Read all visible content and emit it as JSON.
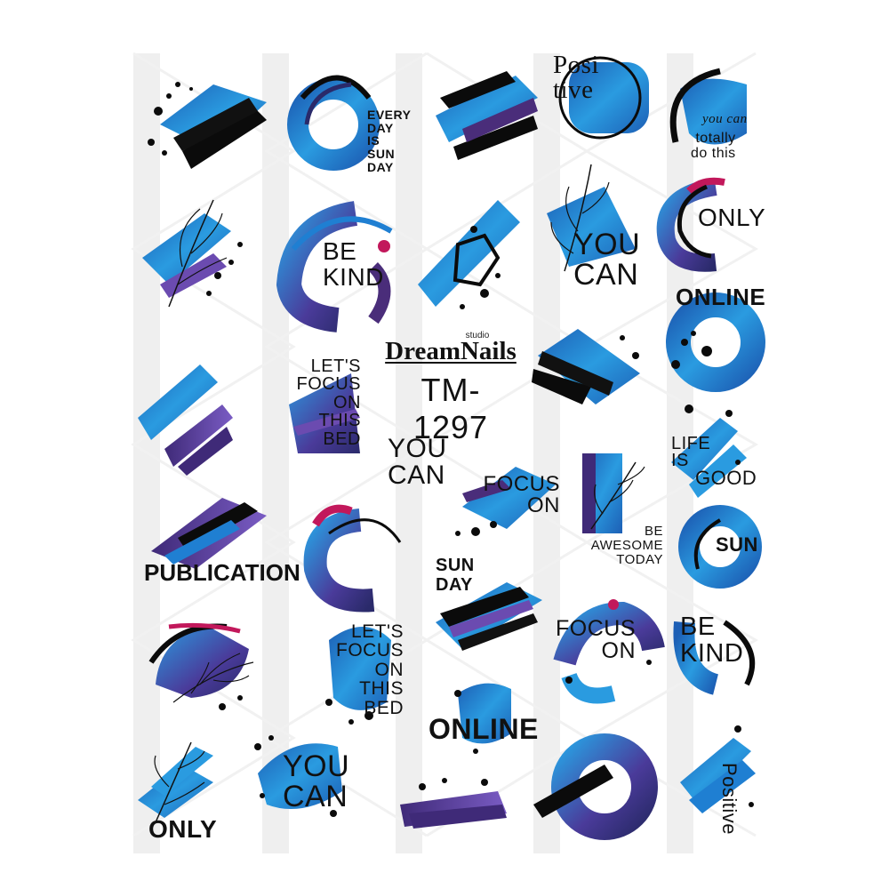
{
  "brand": {
    "studio": "studio",
    "name": "DreamNails",
    "code": "TM-1297"
  },
  "colors": {
    "blue": "#1f7fd2",
    "deep_blue": "#1d5fb5",
    "purple": "#4a2d7a",
    "violet": "#6b4bb0",
    "magenta": "#c2185b",
    "black": "#0b0b0b",
    "watermark": "#d9d9d9"
  },
  "stickers": [
    {
      "text": "EVERY\nDAY\nIS\nSUN\nDAY"
    },
    {
      "text": "Posi\ntive"
    },
    {
      "text": "you can"
    },
    {
      "text": "totally\ndo this"
    },
    {
      "text": "ONLY"
    },
    {
      "text": "BE\nKIND"
    },
    {
      "text": "YOU\nCAN"
    },
    {
      "text": "ONLINE"
    },
    {
      "text": "LET'S\nFOCUS\nON\nTHIS\nBED"
    },
    {
      "text": "YOU\nCAN"
    },
    {
      "text": "LIFE\nIS"
    },
    {
      "text": "GOOD"
    },
    {
      "text": "FOCUS\nON"
    },
    {
      "text": "BE\nAWESOME\nTODAY"
    },
    {
      "text": "SUN"
    },
    {
      "text": "PUBLICATION"
    },
    {
      "text": "SUN\nDAY"
    },
    {
      "text": "FOCUS\nON"
    },
    {
      "text": "BE\nKIND"
    },
    {
      "text": "LET'S\nFOCUS\nON\nTHIS\nBED"
    },
    {
      "text": "ONLINE"
    },
    {
      "text": "ONLY"
    },
    {
      "text": "YOU\nCAN"
    },
    {
      "text": "Positive"
    }
  ]
}
